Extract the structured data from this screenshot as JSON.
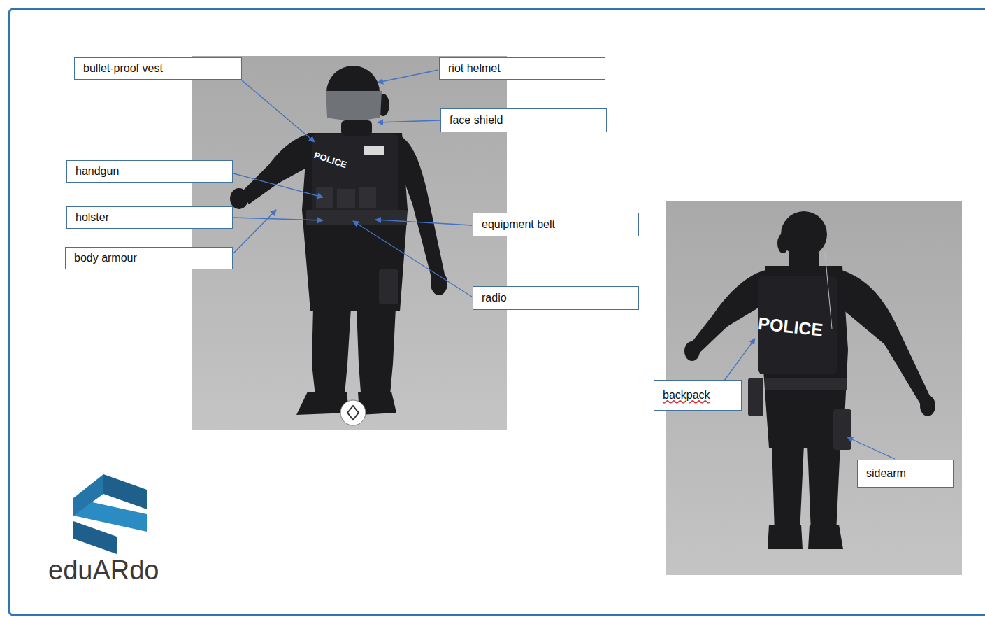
{
  "diagram": {
    "nodes": [
      {
        "text": [
          "bullet-proof vest"
        ]
      },
      {
        "text": [
          "riot helmet"
        ]
      },
      {
        "text": [
          "face shield"
        ]
      },
      {
        "text": [
          "handgun"
        ]
      },
      {
        "text": [
          "holster"
        ]
      },
      {
        "text": [
          "equipment belt"
        ]
      },
      {
        "text": [
          "body armour"
        ]
      },
      {
        "text": [
          "radio"
        ]
      },
      {
        "text": [
          "backpack"
        ]
      },
      {
        "text": [
          "sidearm"
        ]
      }
    ],
    "labels": [
      "POLICE",
      "POLICE",
      "eduARdo"
    ]
  }
}
